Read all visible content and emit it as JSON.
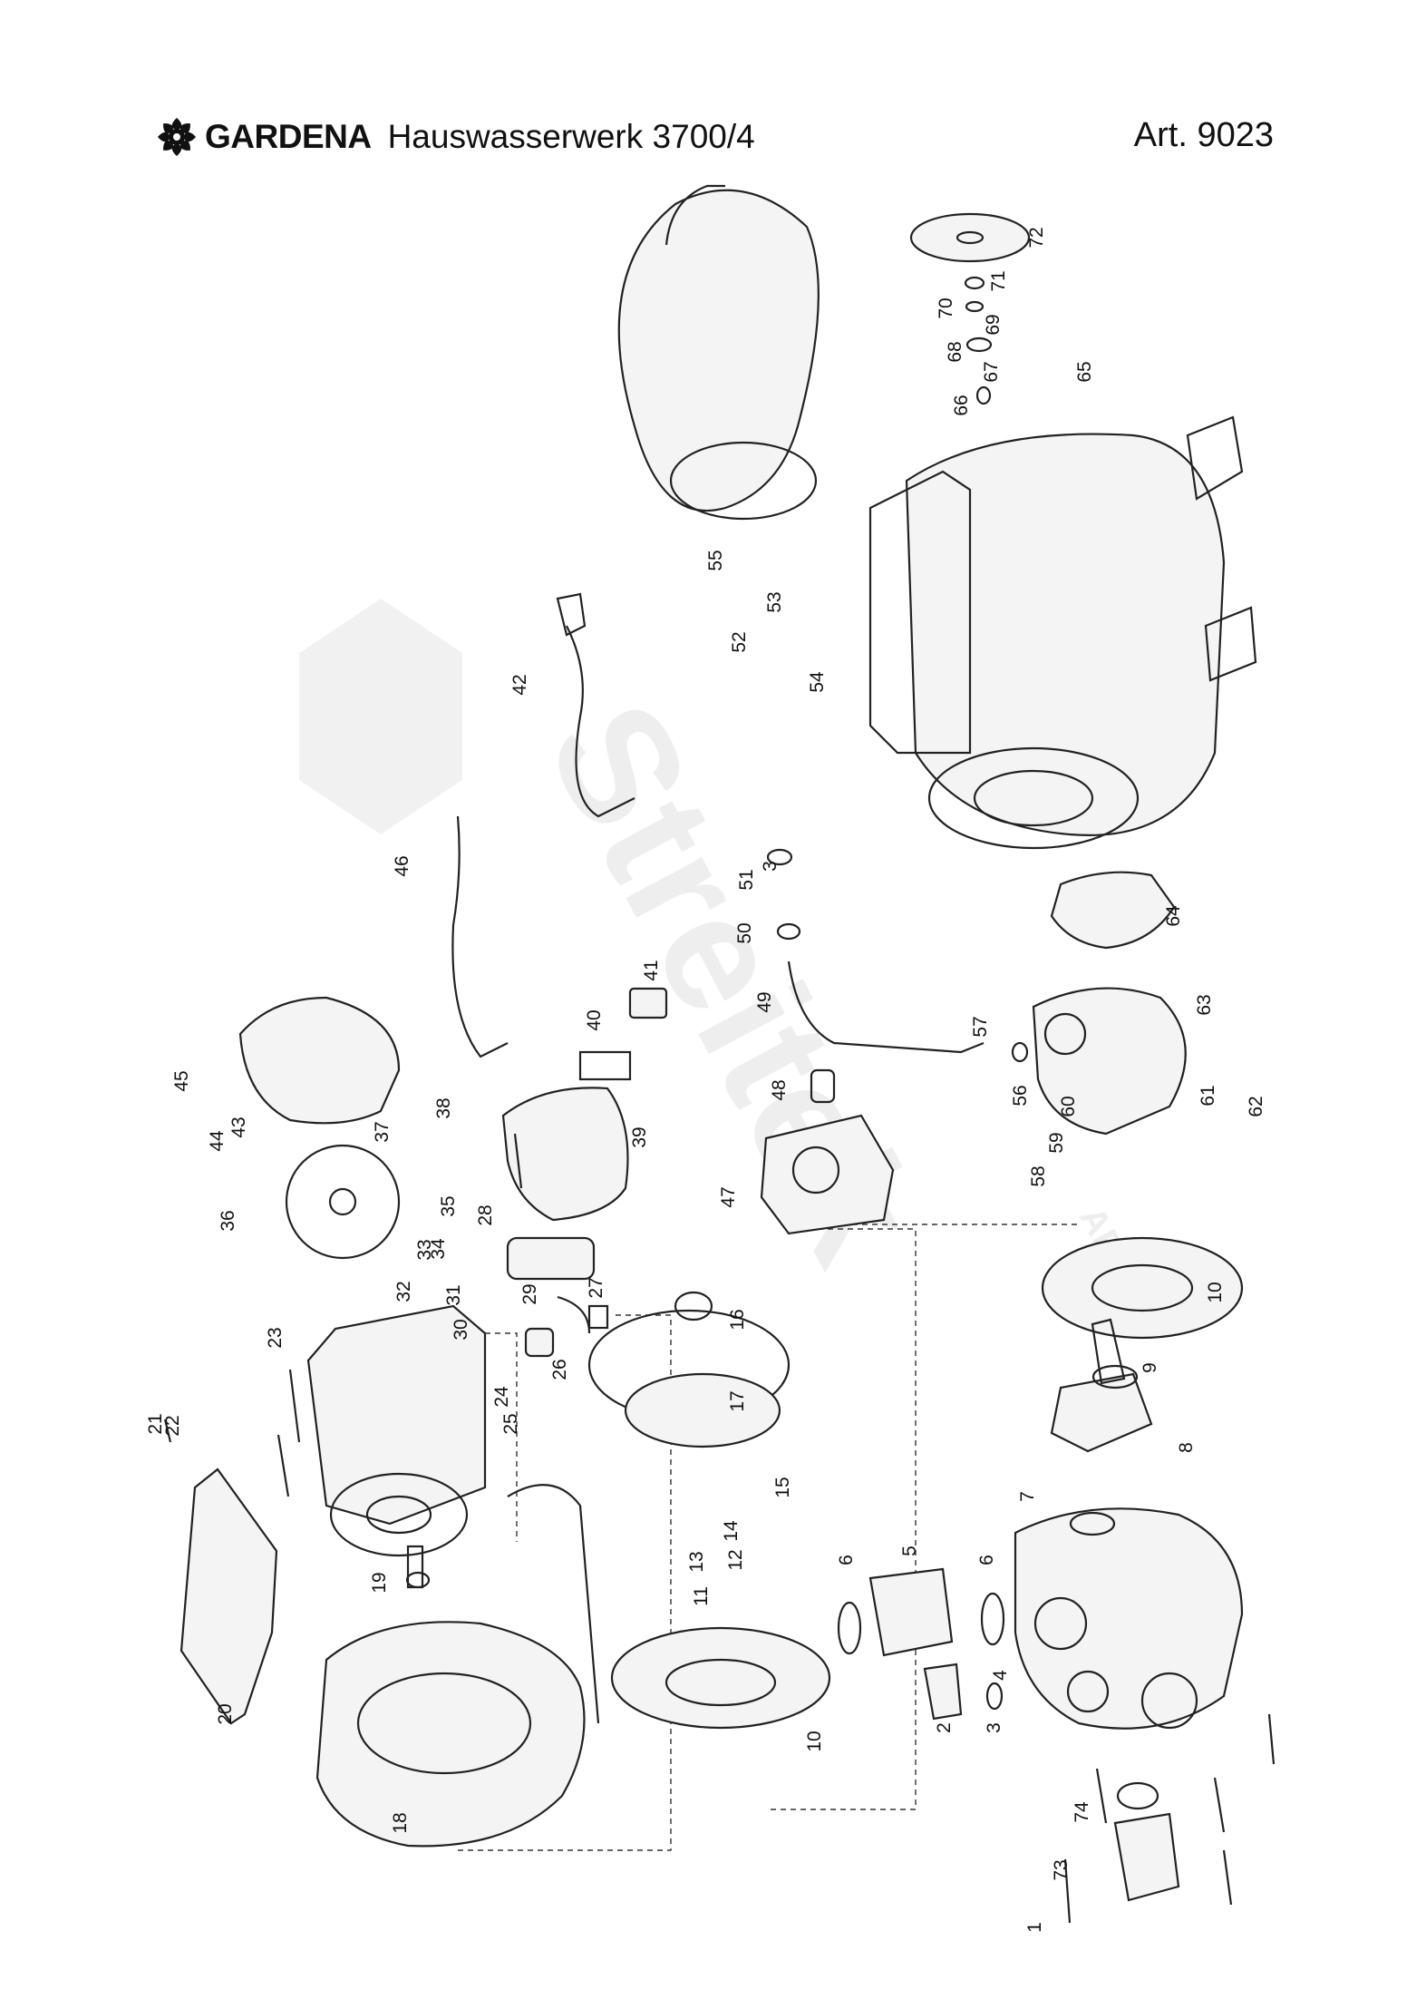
{
  "header": {
    "brand": "GARDENA",
    "model": "Hauswasserwerk 3700/4",
    "article": "Art. 9023"
  },
  "icons": {
    "logo": "gardena-logo-icon"
  },
  "watermark": {
    "text": "Streitek",
    "sub": "ARTS"
  },
  "parts": [
    {
      "id": "p1",
      "label": "1"
    },
    {
      "id": "p2",
      "label": "2"
    },
    {
      "id": "p3a",
      "label": "3"
    },
    {
      "id": "p3b",
      "label": "3"
    },
    {
      "id": "p4",
      "label": "4"
    },
    {
      "id": "p5",
      "label": "5"
    },
    {
      "id": "p6a",
      "label": "6"
    },
    {
      "id": "p6b",
      "label": "6"
    },
    {
      "id": "p7",
      "label": "7"
    },
    {
      "id": "p8",
      "label": "8"
    },
    {
      "id": "p9",
      "label": "9"
    },
    {
      "id": "p10a",
      "label": "10"
    },
    {
      "id": "p10b",
      "label": "10"
    },
    {
      "id": "p11",
      "label": "11"
    },
    {
      "id": "p12",
      "label": "12"
    },
    {
      "id": "p13",
      "label": "13"
    },
    {
      "id": "p14",
      "label": "14"
    },
    {
      "id": "p15",
      "label": "15"
    },
    {
      "id": "p16",
      "label": "16"
    },
    {
      "id": "p17",
      "label": "17"
    },
    {
      "id": "p18",
      "label": "18"
    },
    {
      "id": "p19",
      "label": "19"
    },
    {
      "id": "p20",
      "label": "20"
    },
    {
      "id": "p21",
      "label": "21"
    },
    {
      "id": "p22",
      "label": "22"
    },
    {
      "id": "p23",
      "label": "23"
    },
    {
      "id": "p24",
      "label": "24"
    },
    {
      "id": "p25",
      "label": "25"
    },
    {
      "id": "p26",
      "label": "26"
    },
    {
      "id": "p27",
      "label": "27"
    },
    {
      "id": "p28",
      "label": "28"
    },
    {
      "id": "p29",
      "label": "29"
    },
    {
      "id": "p30",
      "label": "30"
    },
    {
      "id": "p31",
      "label": "31"
    },
    {
      "id": "p32",
      "label": "32"
    },
    {
      "id": "p33",
      "label": "33"
    },
    {
      "id": "p34",
      "label": "34"
    },
    {
      "id": "p35",
      "label": "35"
    },
    {
      "id": "p36",
      "label": "36"
    },
    {
      "id": "p37",
      "label": "37"
    },
    {
      "id": "p38",
      "label": "38"
    },
    {
      "id": "p39",
      "label": "39"
    },
    {
      "id": "p40",
      "label": "40"
    },
    {
      "id": "p41",
      "label": "41"
    },
    {
      "id": "p42",
      "label": "42"
    },
    {
      "id": "p43",
      "label": "43"
    },
    {
      "id": "p44",
      "label": "44"
    },
    {
      "id": "p45",
      "label": "45"
    },
    {
      "id": "p46",
      "label": "46"
    },
    {
      "id": "p47",
      "label": "47"
    },
    {
      "id": "p48",
      "label": "48"
    },
    {
      "id": "p49",
      "label": "49"
    },
    {
      "id": "p50",
      "label": "50"
    },
    {
      "id": "p51",
      "label": "51"
    },
    {
      "id": "p52",
      "label": "52"
    },
    {
      "id": "p53",
      "label": "53"
    },
    {
      "id": "p54",
      "label": "54"
    },
    {
      "id": "p55",
      "label": "55"
    },
    {
      "id": "p56",
      "label": "56"
    },
    {
      "id": "p57",
      "label": "57"
    },
    {
      "id": "p58",
      "label": "58"
    },
    {
      "id": "p59",
      "label": "59"
    },
    {
      "id": "p60",
      "label": "60"
    },
    {
      "id": "p61",
      "label": "61"
    },
    {
      "id": "p62",
      "label": "62"
    },
    {
      "id": "p63",
      "label": "63"
    },
    {
      "id": "p64",
      "label": "64"
    },
    {
      "id": "p65",
      "label": "65"
    },
    {
      "id": "p66",
      "label": "66"
    },
    {
      "id": "p67",
      "label": "67"
    },
    {
      "id": "p68",
      "label": "68"
    },
    {
      "id": "p69",
      "label": "69"
    },
    {
      "id": "p70",
      "label": "70"
    },
    {
      "id": "p71",
      "label": "71"
    },
    {
      "id": "p72",
      "label": "72"
    },
    {
      "id": "p73",
      "label": "73"
    },
    {
      "id": "p74",
      "label": "74"
    }
  ]
}
